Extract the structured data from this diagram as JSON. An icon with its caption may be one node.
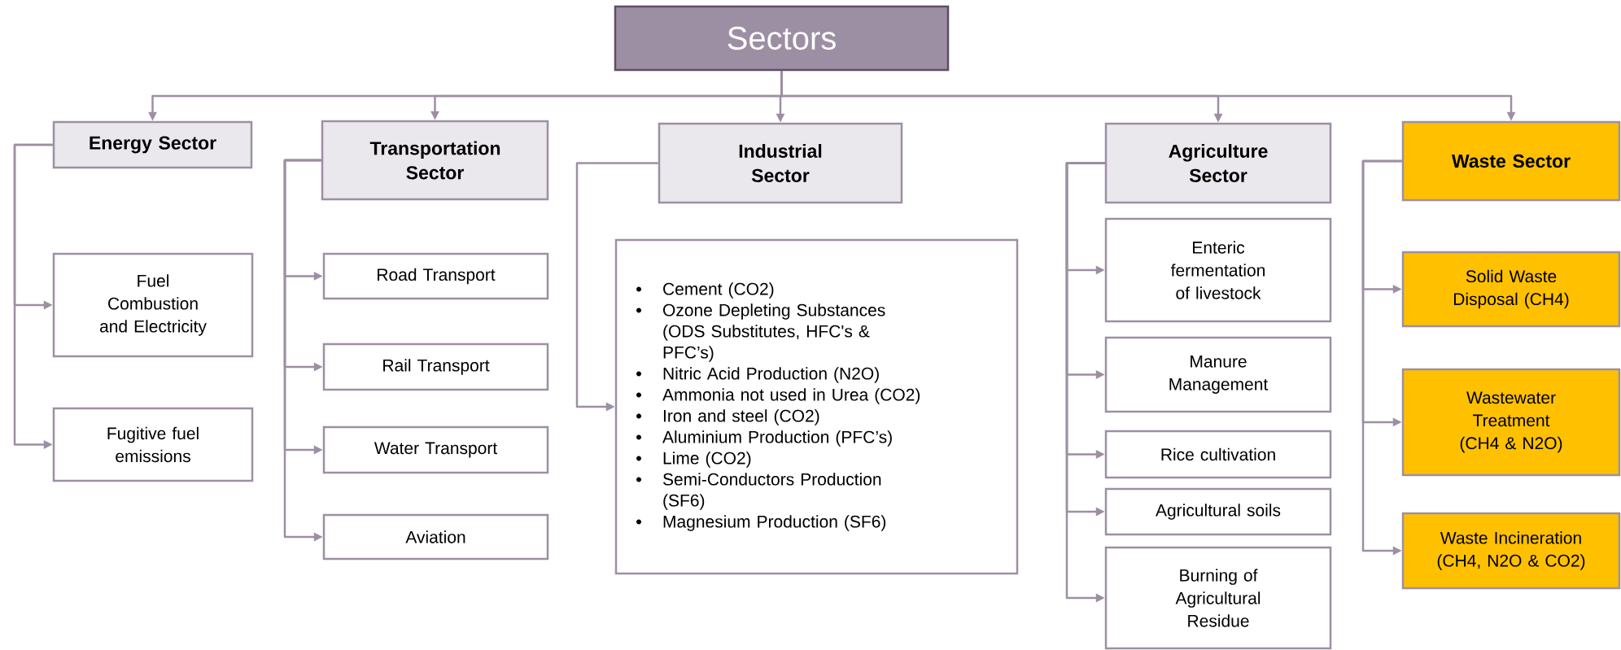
{
  "diagram": {
    "nodes": [
      {
        "text": [
          "Sectors"
        ]
      },
      {
        "text": [
          "Energy Sector"
        ]
      },
      {
        "text": [
          "Fuel Combustion and Electricity"
        ]
      },
      {
        "text": [
          "Fugitive fuel emissions"
        ]
      },
      {
        "text": [
          "Transportation Sector"
        ]
      },
      {
        "text": [
          "Road Transport"
        ]
      },
      {
        "text": [
          "Rail Transport"
        ]
      },
      {
        "text": [
          "Water Transport"
        ]
      },
      {
        "text": [
          "Aviation"
        ]
      },
      {
        "text": [
          "Industrial Sector"
        ]
      },
      {
        "text": [
          "Cement (CO2)",
          "Ozone Depleting Substances (ODS Substitutes, HFC's & PFC’s)",
          "Nitric Acid Production (N2O)",
          "Ammonia not used in Urea (CO2)",
          "Iron and steel (CO2)",
          "Aluminium Production (PFC’s)",
          "Lime (CO2)",
          "Semi-Conductors Production (SF6)",
          "Magnesium Production (SF6)"
        ]
      },
      {
        "text": [
          "Agriculture Sector"
        ]
      },
      {
        "text": [
          "Enteric fermentation of livestock"
        ]
      },
      {
        "text": [
          "Manure Management"
        ]
      },
      {
        "text": [
          "Rice cultivation"
        ]
      },
      {
        "text": [
          "Agricultural soils"
        ]
      },
      {
        "text": [
          "Burning of Agricultural Residue"
        ]
      },
      {
        "text": [
          "Waste Sector"
        ]
      },
      {
        "text": [
          "Solid Waste Disposal (CH4)"
        ]
      },
      {
        "text": [
          "Wastewater Treatment (CH4 & N2O)"
        ]
      },
      {
        "text": [
          "Waste Incineration (CH4, N2O & CO2)"
        ]
      }
    ],
    "edges": [
      {
        "from": 0,
        "to": 1,
        "arrow": "to"
      },
      {
        "from": 0,
        "to": 4,
        "arrow": "to"
      },
      {
        "from": 0,
        "to": 9,
        "arrow": "to"
      },
      {
        "from": 0,
        "to": 11,
        "arrow": "to"
      },
      {
        "from": 0,
        "to": 17,
        "arrow": "to"
      },
      {
        "from": 1,
        "to": 2,
        "arrow": "to"
      },
      {
        "from": 1,
        "to": 3,
        "arrow": "to"
      },
      {
        "from": 4,
        "to": 5,
        "arrow": "to"
      },
      {
        "from": 4,
        "to": 6,
        "arrow": "to"
      },
      {
        "from": 4,
        "to": 7,
        "arrow": "to"
      },
      {
        "from": 4,
        "to": 8,
        "arrow": "to"
      },
      {
        "from": 9,
        "to": 10,
        "arrow": "to"
      },
      {
        "from": 11,
        "to": 12,
        "arrow": "to"
      },
      {
        "from": 11,
        "to": 13,
        "arrow": "to"
      },
      {
        "from": 11,
        "to": 14,
        "arrow": "to"
      },
      {
        "from": 11,
        "to": 15,
        "arrow": "to"
      },
      {
        "from": 11,
        "to": 16,
        "arrow": "to"
      },
      {
        "from": 17,
        "to": 18,
        "arrow": "to"
      },
      {
        "from": 17,
        "to": 19,
        "arrow": "to"
      },
      {
        "from": 17,
        "to": 20,
        "arrow": "to"
      }
    ]
  }
}
